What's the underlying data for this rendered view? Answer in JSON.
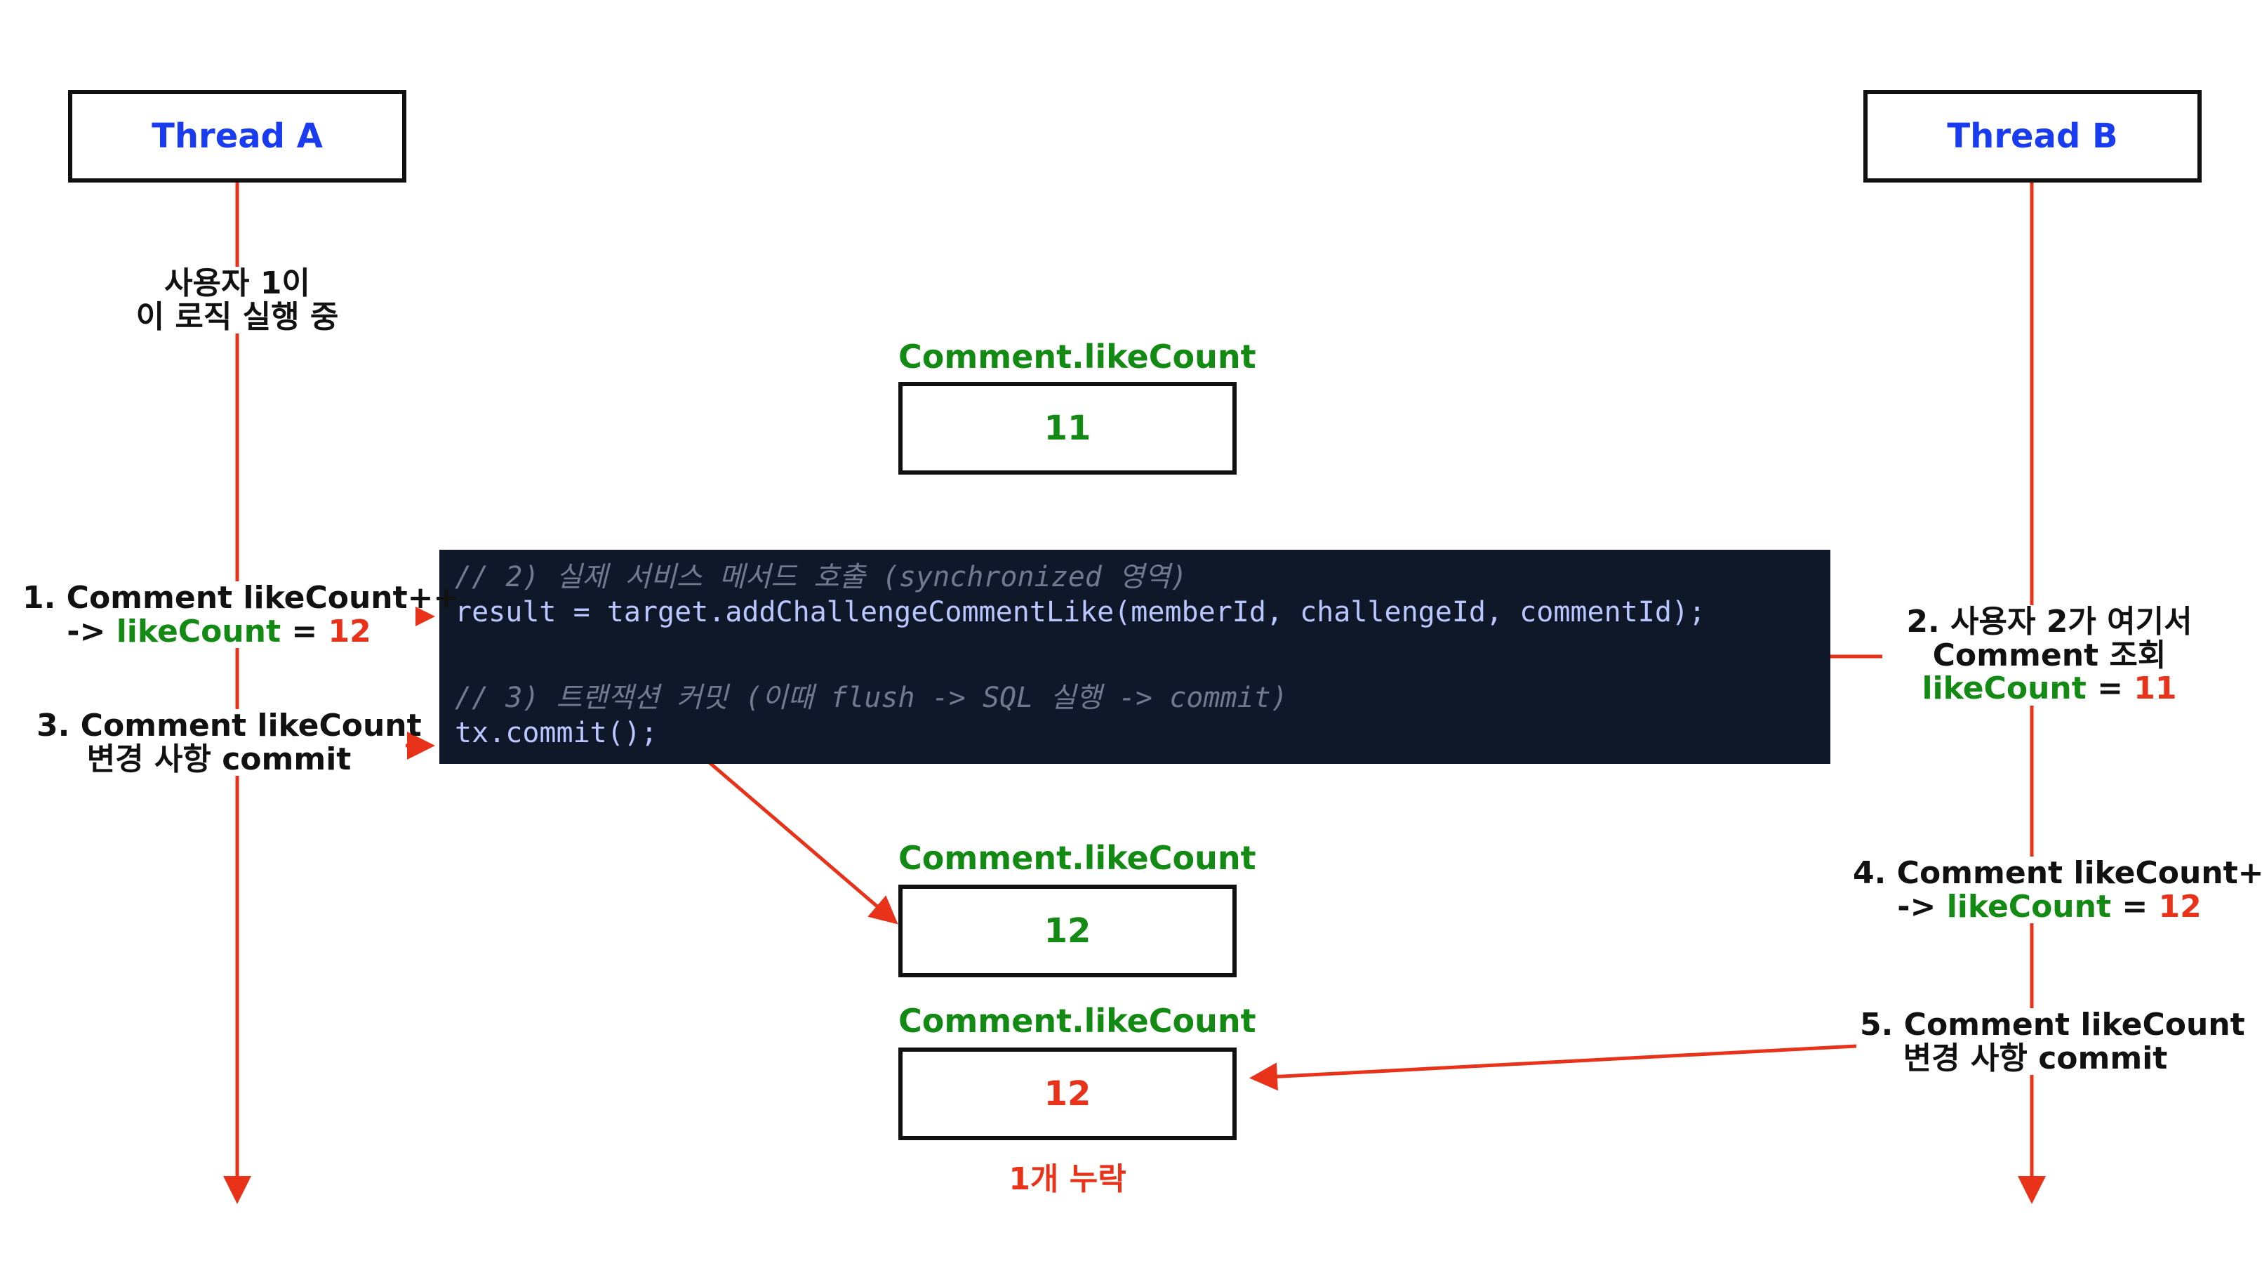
{
  "thread_a": {
    "title": "Thread A"
  },
  "thread_b": {
    "title": "Thread B"
  },
  "thread_a_note": {
    "line1": "사용자 1이",
    "line2": "이 로직 실행 중"
  },
  "boxes": {
    "top": {
      "header": "Comment.likeCount",
      "value": "11"
    },
    "middle": {
      "header": "Comment.likeCount",
      "value": "12"
    },
    "bottom": {
      "header": "Comment.likeCount",
      "value": "12"
    }
  },
  "lost_label": "1개 누락",
  "steps": {
    "step1": {
      "line1": "1. Comment likeCount++",
      "arrow": "->",
      "field": "likeCount",
      "eq": "=",
      "value": "12"
    },
    "step2": {
      "line1": "2. 사용자 2가 여기서",
      "line2": "Comment 조회",
      "field": "likeCount",
      "eq": "=",
      "value": "11"
    },
    "step3": {
      "line1": "3. Comment likeCount",
      "line2": "변경 사항 commit"
    },
    "step4": {
      "line1": "4. Comment likeCount++",
      "arrow": "->",
      "field": "likeCount",
      "eq": "=",
      "value": "12"
    },
    "step5": {
      "line1": "5. Comment likeCount",
      "line2": "변경 사항 commit"
    }
  },
  "code": {
    "comment1": "// 2) 실제 서비스 메서드 호출 (synchronized 영역)",
    "line1": "result = target.addChallengeCommentLike(memberId, challengeId, commentId);",
    "comment2": "// 3) 트랜잭션 커밋 (이때 flush -> SQL 실행 -> commit)",
    "line2": "tx.commit();"
  },
  "colors": {
    "lifeline": "#e8321a",
    "arrow": "#e8321a",
    "thread_title": "#1a3cf0",
    "field": "#138a13",
    "value_red": "#e8321a",
    "code_bg": "#0e1829"
  }
}
